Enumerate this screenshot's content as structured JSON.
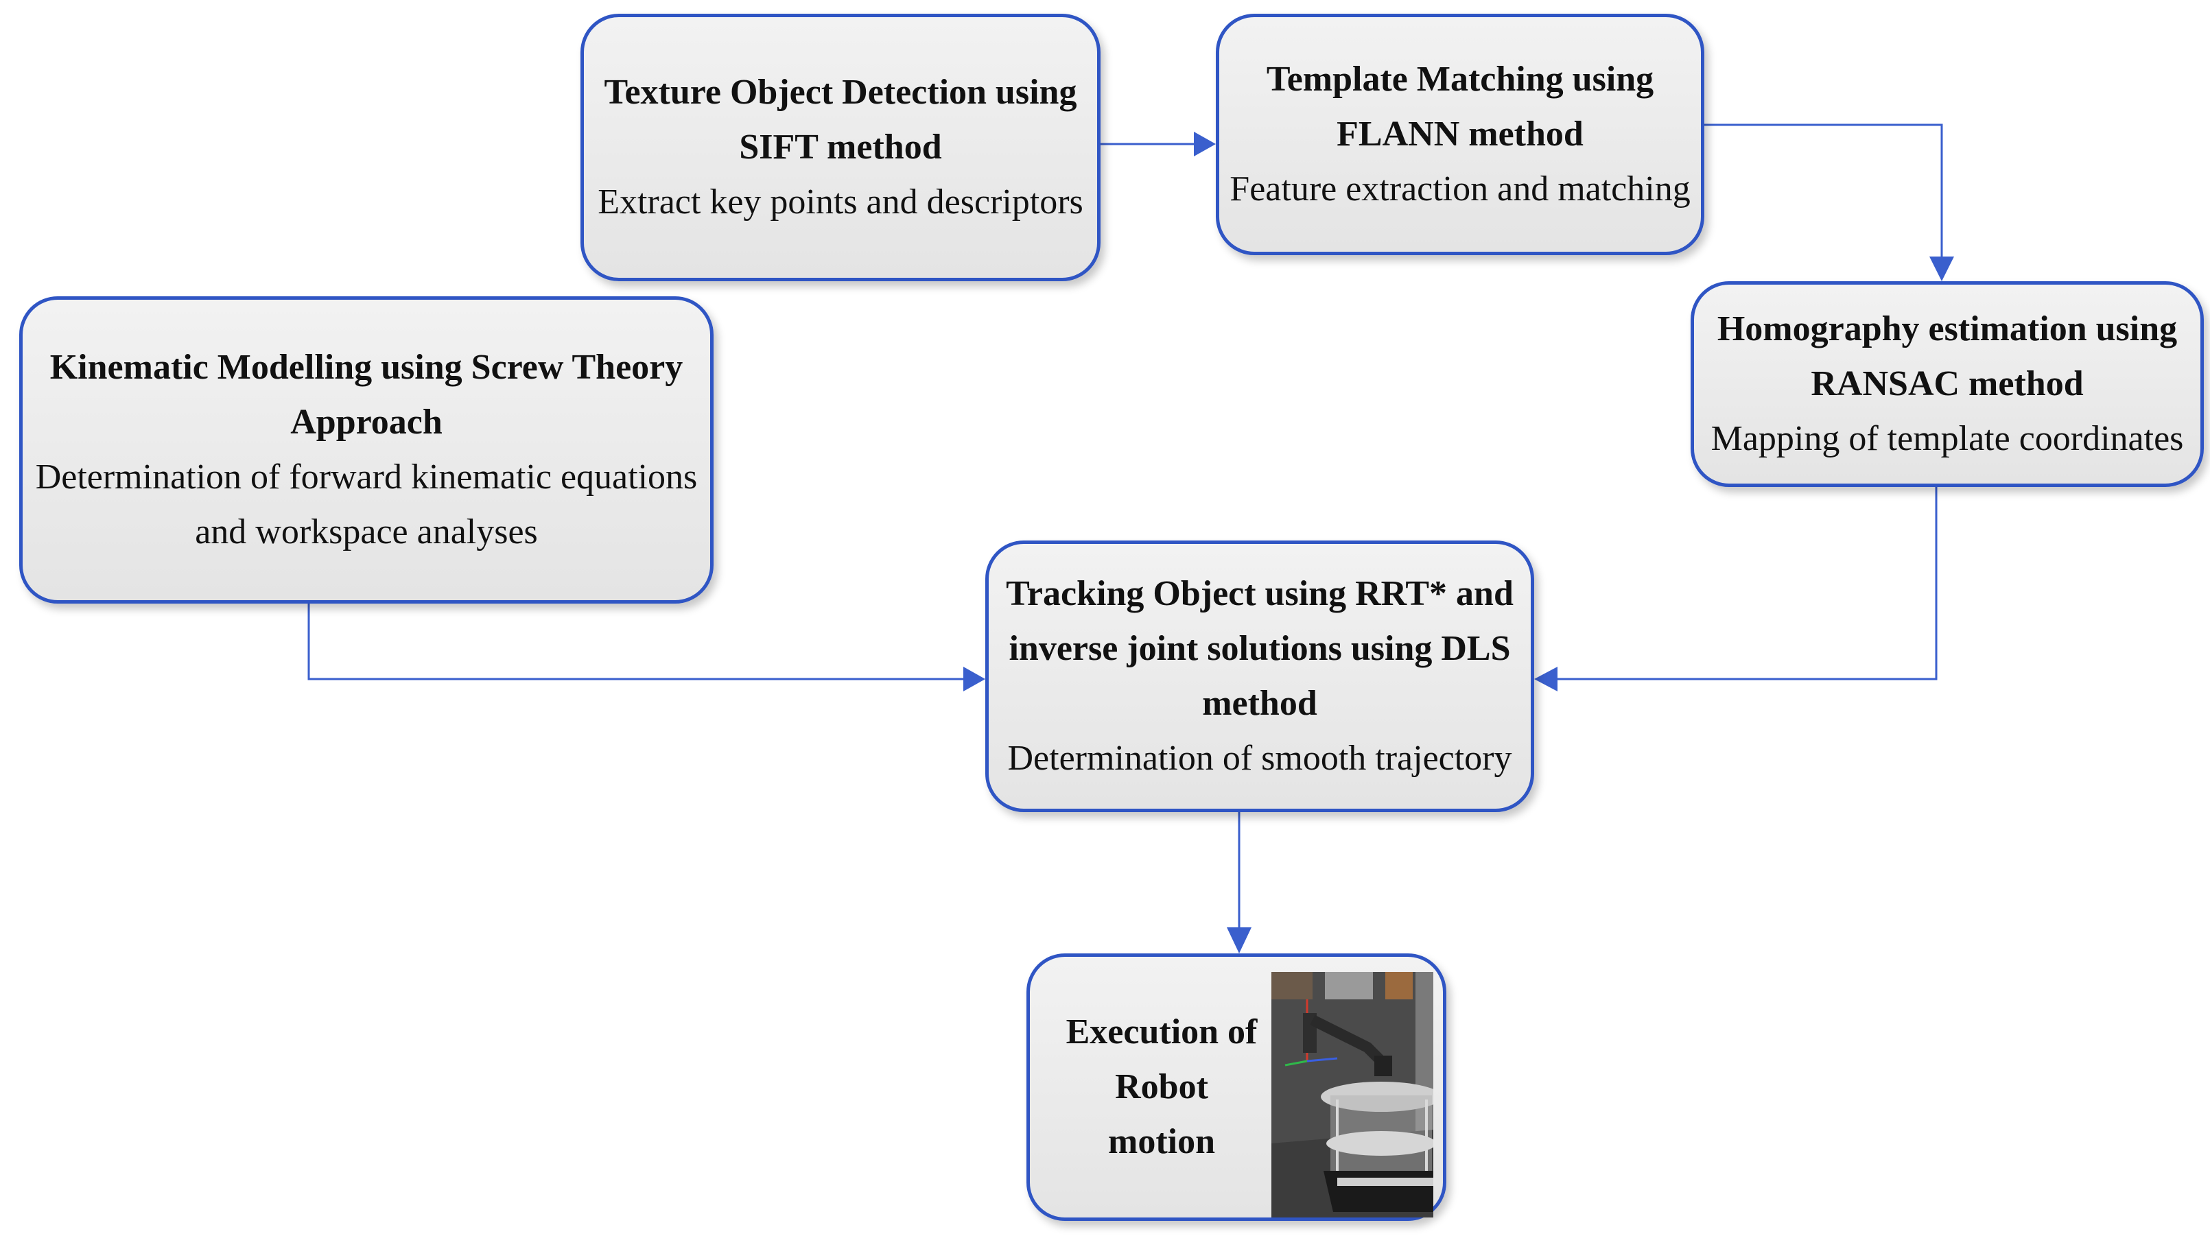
{
  "diagram": {
    "boxes": {
      "sift": {
        "title_lines": [
          "Texture Object Detection using",
          "SIFT method"
        ],
        "desc_lines": [
          "Extract key points and descriptors"
        ]
      },
      "flann": {
        "title_lines": [
          "Template Matching using",
          "FLANN method"
        ],
        "desc_lines": [
          "Feature extraction and matching"
        ]
      },
      "homography": {
        "title_lines": [
          "Homography estimation using",
          "RANSAC method"
        ],
        "desc_lines": [
          "Mapping of template coordinates"
        ]
      },
      "kinematic": {
        "title_lines": [
          "Kinematic Modelling using Screw Theory",
          "Approach"
        ],
        "desc_lines": [
          "Determination of forward kinematic equations",
          "and workspace analyses"
        ]
      },
      "tracking": {
        "title_lines": [
          "Tracking Object using RRT* and",
          "inverse joint solutions using DLS",
          "method"
        ],
        "desc_lines": [
          "Determination of smooth trajectory"
        ]
      },
      "execution": {
        "title_lines": [
          "Execution of",
          "Robot",
          "motion"
        ]
      }
    },
    "connectors": [
      {
        "from": "sift",
        "to": "flann"
      },
      {
        "from": "flann",
        "to": "homography"
      },
      {
        "from": "homography",
        "to": "tracking"
      },
      {
        "from": "kinematic",
        "to": "tracking"
      },
      {
        "from": "tracking",
        "to": "execution"
      }
    ],
    "colors": {
      "box_border": "#2f55c4",
      "connector": "#3a5fcd",
      "box_fill": "#ebebeb",
      "text": "#111111"
    },
    "images": {
      "robot": "robot-simulation-render"
    }
  }
}
